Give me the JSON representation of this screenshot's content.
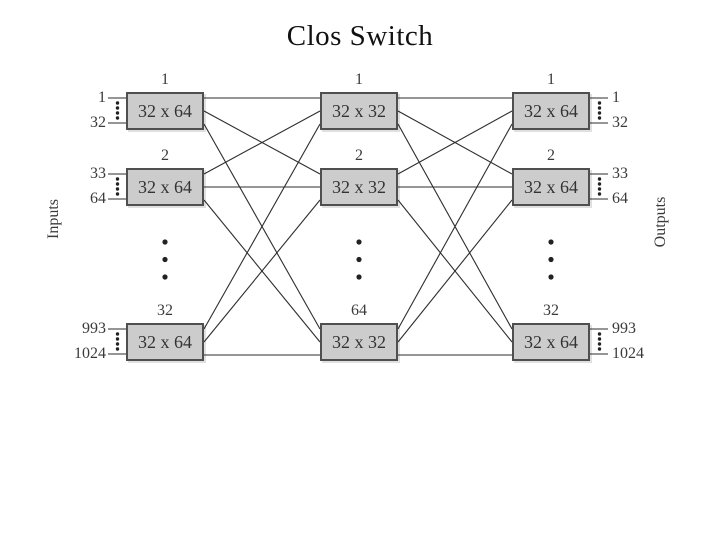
{
  "title": "Clos Switch",
  "side_labels": {
    "left": "Inputs",
    "right": "Outputs"
  },
  "columns": [
    {
      "units": [
        {
          "id": "1",
          "size": "32 x 64"
        },
        {
          "id": "2",
          "size": "32 x 64"
        },
        {
          "id": "32",
          "size": "32 x 64"
        }
      ]
    },
    {
      "units": [
        {
          "id": "1",
          "size": "32 x 32"
        },
        {
          "id": "2",
          "size": "32 x 32"
        },
        {
          "id": "64",
          "size": "32 x 32"
        }
      ]
    },
    {
      "units": [
        {
          "id": "1",
          "size": "32 x 64"
        },
        {
          "id": "2",
          "size": "32 x 64"
        },
        {
          "id": "32",
          "size": "32 x 64"
        }
      ]
    }
  ],
  "input_ports": [
    [
      "1",
      "32"
    ],
    [
      "33",
      "64"
    ],
    [
      "993",
      "1024"
    ]
  ],
  "output_ports": [
    [
      "1",
      "32"
    ],
    [
      "33",
      "64"
    ],
    [
      "993",
      "1024"
    ]
  ],
  "colors": {
    "box_fill": "#cccccc",
    "box_border": "#4f4f4f",
    "wire": "#2e2e2e",
    "text": "#3a3a3a"
  }
}
